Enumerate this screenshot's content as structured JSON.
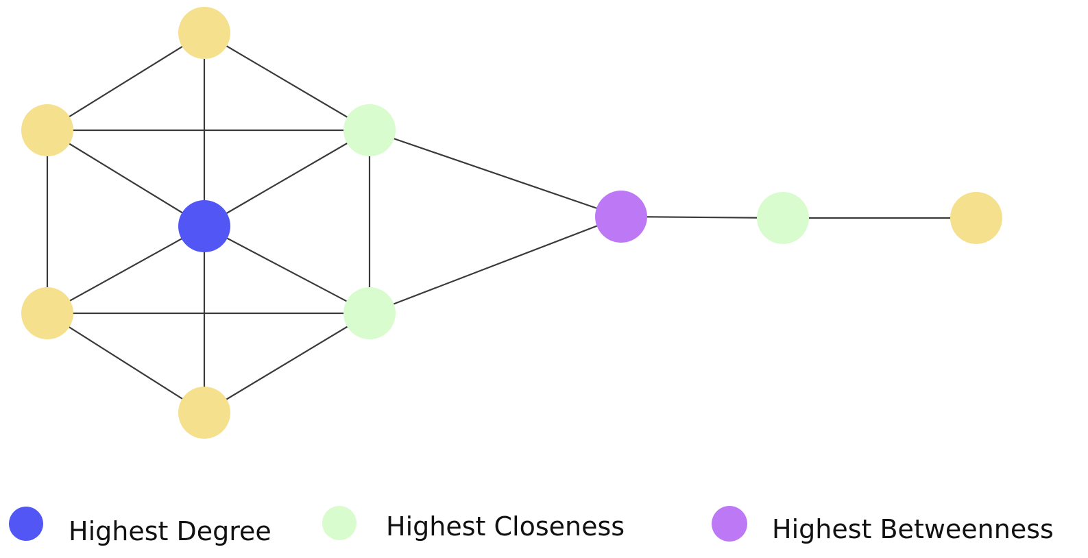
{
  "colors": {
    "degree": "#5156f5",
    "closeness": "#d9fcce",
    "betweenness": "#bd78f5",
    "default": "#f5e08d",
    "edge": "#3a3a3a"
  },
  "graph": {
    "nodes": [
      {
        "id": "n1",
        "role": "default"
      },
      {
        "id": "n2",
        "role": "default"
      },
      {
        "id": "n3",
        "role": "closeness"
      },
      {
        "id": "n4",
        "role": "degree"
      },
      {
        "id": "n5",
        "role": "default"
      },
      {
        "id": "n6",
        "role": "closeness"
      },
      {
        "id": "n7",
        "role": "default"
      },
      {
        "id": "n8",
        "role": "betweenness"
      },
      {
        "id": "n9",
        "role": "closeness"
      },
      {
        "id": "n10",
        "role": "default"
      }
    ],
    "edges": [
      [
        "n1",
        "n2"
      ],
      [
        "n1",
        "n3"
      ],
      [
        "n1",
        "n4"
      ],
      [
        "n2",
        "n3"
      ],
      [
        "n2",
        "n4"
      ],
      [
        "n2",
        "n5"
      ],
      [
        "n3",
        "n4"
      ],
      [
        "n3",
        "n6"
      ],
      [
        "n3",
        "n8"
      ],
      [
        "n4",
        "n5"
      ],
      [
        "n4",
        "n6"
      ],
      [
        "n4",
        "n7"
      ],
      [
        "n5",
        "n6"
      ],
      [
        "n5",
        "n7"
      ],
      [
        "n6",
        "n7"
      ],
      [
        "n6",
        "n8"
      ],
      [
        "n8",
        "n9"
      ],
      [
        "n9",
        "n10"
      ]
    ]
  },
  "legend": {
    "degree_label": "Highest Degree",
    "closeness_label": "Highest Closeness",
    "betweenness_label": "Highest Betweenness"
  }
}
